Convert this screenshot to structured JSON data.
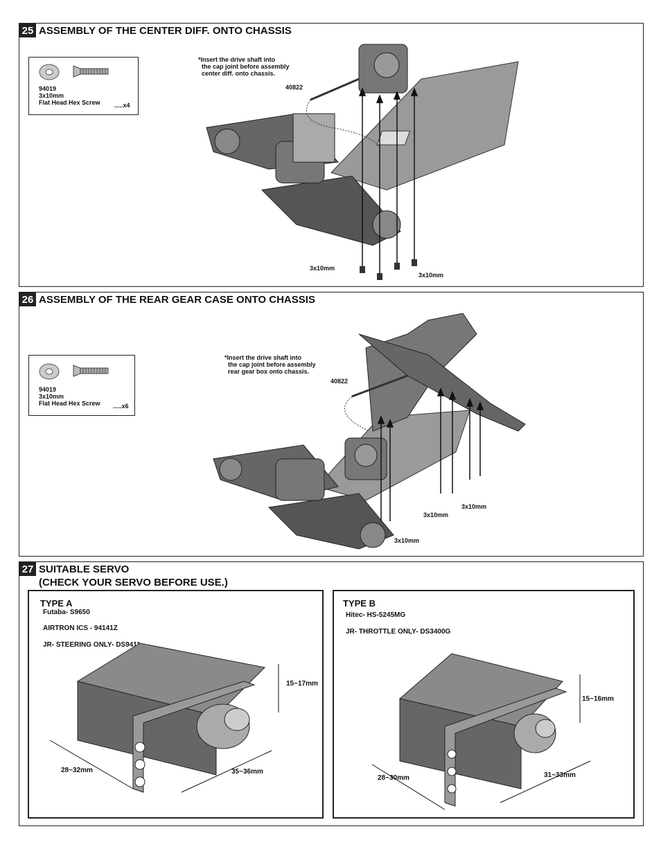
{
  "steps": [
    {
      "number": "25",
      "title": "ASSEMBLY OF THE CENTER DIFF. ONTO CHASSIS",
      "part": {
        "code": "94019",
        "size": "3x10mm",
        "name": "Flat Head Hex Screw",
        "qty": ".....x4"
      },
      "note": "*Insert the drive shaft into\n  the cap joint before assembly\n  center diff. onto chassis.",
      "shaft_code": "40822",
      "screw_labels": [
        "3x10mm",
        "3x10mm"
      ]
    },
    {
      "number": "26",
      "title": "ASSEMBLY OF THE REAR GEAR CASE ONTO CHASSIS",
      "part": {
        "code": "94019",
        "size": "3x10mm",
        "name": "Flat Head Hex Screw",
        "qty": ".....x6"
      },
      "note": "*Insert the drive shaft into\n  the cap joint before assembly\n  rear gear box onto chassis.",
      "shaft_code": "40822",
      "screw_labels": [
        "3x10mm",
        "3x10mm",
        "3x10mm"
      ]
    },
    {
      "number": "27",
      "title": "SUITABLE SERVO\n(CHECK YOUR SERVO BEFORE USE.)"
    }
  ],
  "servo_types": [
    {
      "label": "TYPE A",
      "models": [
        "Futaba- S9650",
        "AIRTRON ICS - 94141Z",
        "JR- STEERING ONLY- DS9411"
      ],
      "dims": {
        "height": "15~17mm",
        "width": "28~32mm",
        "length": "35~36mm"
      }
    },
    {
      "label": "TYPE B",
      "models": [
        "Hitec- HS-5245MG",
        "JR- THROTTLE ONLY- DS3400G"
      ],
      "dims": {
        "height": "15~16mm",
        "width": "28~30mm",
        "length": "31~33mm"
      }
    }
  ],
  "colors": {
    "border": "#222222",
    "chassis": "#9a9a9a",
    "dark": "#333333"
  }
}
